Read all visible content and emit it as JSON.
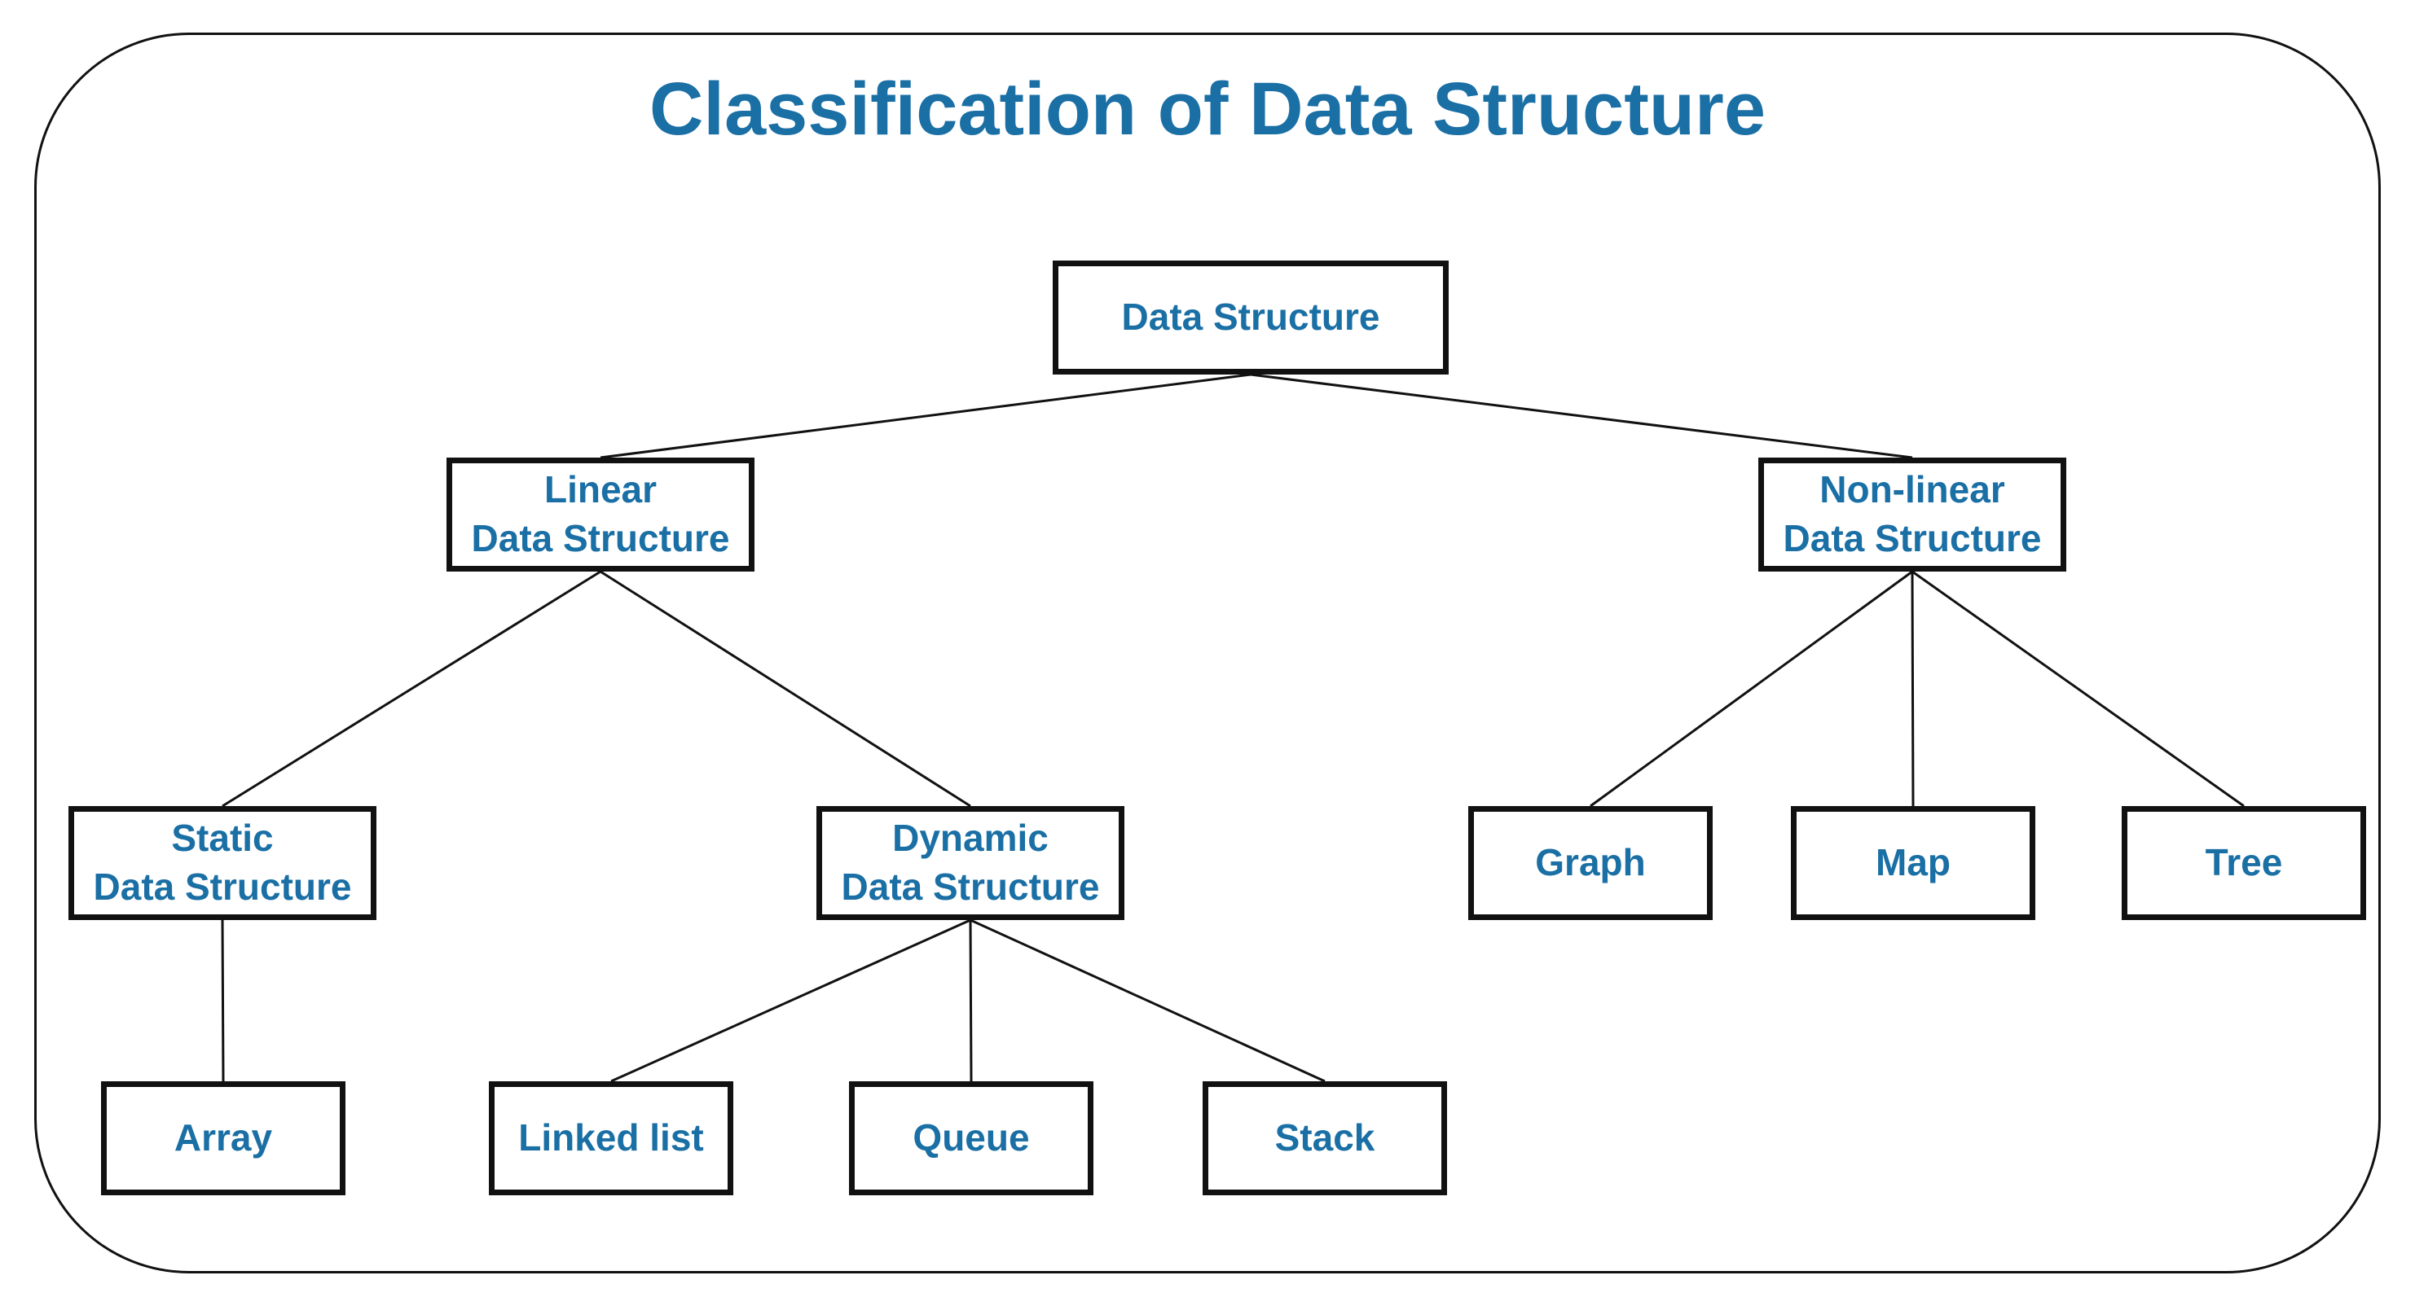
{
  "title": "Classification of Data Structure",
  "colors": {
    "text_accent": "#1a6fa5",
    "border": "#111111",
    "background": "#ffffff"
  },
  "nodes": {
    "root": {
      "line1": "Data Structure"
    },
    "linear": {
      "line1": "Linear",
      "line2": "Data Structure"
    },
    "nonlinear": {
      "line1": "Non-linear",
      "line2": "Data Structure"
    },
    "static": {
      "line1": "Static",
      "line2": "Data Structure"
    },
    "dynamic": {
      "line1": "Dynamic",
      "line2": "Data Structure"
    },
    "array": {
      "line1": "Array"
    },
    "linkedlist": {
      "line1": "Linked list"
    },
    "queue": {
      "line1": "Queue"
    },
    "stack": {
      "line1": "Stack"
    },
    "graph": {
      "line1": "Graph"
    },
    "map": {
      "line1": "Map"
    },
    "tree": {
      "line1": "Tree"
    }
  },
  "edges": [
    [
      "root",
      "linear"
    ],
    [
      "root",
      "nonlinear"
    ],
    [
      "linear",
      "static"
    ],
    [
      "linear",
      "dynamic"
    ],
    [
      "static",
      "array"
    ],
    [
      "dynamic",
      "linkedlist"
    ],
    [
      "dynamic",
      "queue"
    ],
    [
      "dynamic",
      "stack"
    ],
    [
      "nonlinear",
      "graph"
    ],
    [
      "nonlinear",
      "map"
    ],
    [
      "nonlinear",
      "tree"
    ]
  ]
}
